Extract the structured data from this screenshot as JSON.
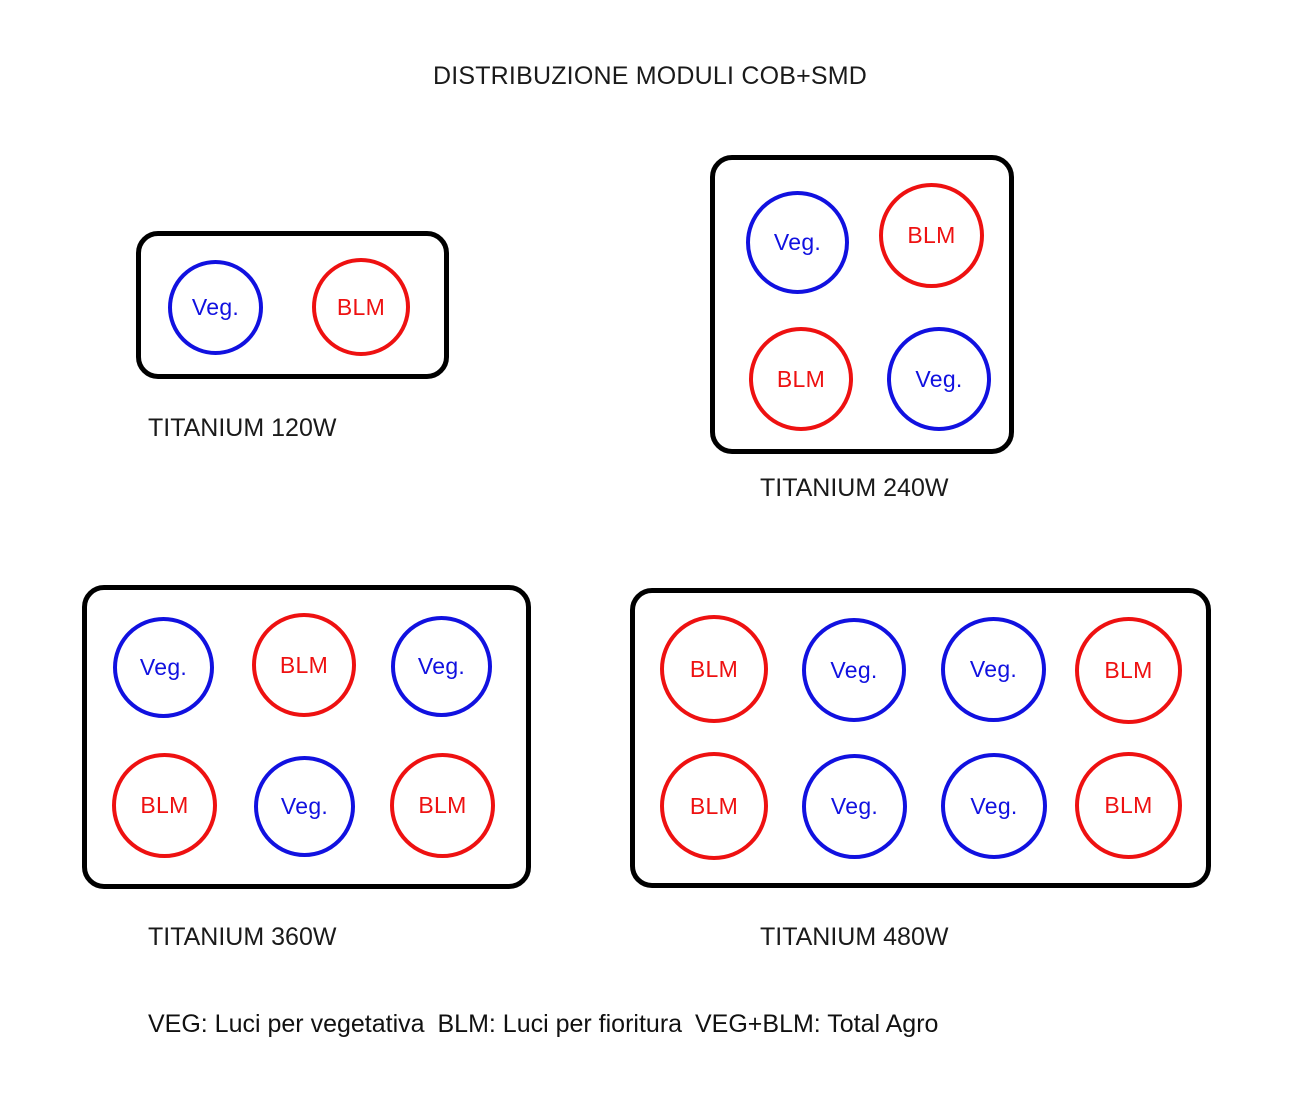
{
  "title": "DISTRIBUZIONE MODULI COB+SMD",
  "chart_data": {
    "type": "diagram",
    "title": "DISTRIBUZIONE MODULI COB+SMD",
    "module_types": [
      "Veg.",
      "BLM"
    ],
    "colors": {
      "veg": "#1111e0",
      "blm": "#ee1111",
      "panel_border": "#000000",
      "background": "#ffffff",
      "text": "#1a1a1a"
    },
    "panels": [
      {
        "label": "TITANIUM 120W",
        "rows": 1,
        "cols": 2,
        "modules": [
          "Veg.",
          "BLM"
        ],
        "counts": {
          "Veg.": 1,
          "BLM": 1,
          "total": 2
        }
      },
      {
        "label": "TITANIUM 240W",
        "rows": 2,
        "cols": 2,
        "modules": [
          "Veg.",
          "BLM",
          "BLM",
          "Veg."
        ],
        "counts": {
          "Veg.": 2,
          "BLM": 2,
          "total": 4
        }
      },
      {
        "label": "TITANIUM 360W",
        "rows": 2,
        "cols": 3,
        "modules": [
          "Veg.",
          "BLM",
          "Veg.",
          "BLM",
          "Veg.",
          "BLM"
        ],
        "counts": {
          "Veg.": 3,
          "BLM": 3,
          "total": 6
        }
      },
      {
        "label": "TITANIUM 480W",
        "rows": 2,
        "cols": 4,
        "modules": [
          "BLM",
          "Veg.",
          "Veg.",
          "BLM",
          "BLM",
          "Veg.",
          "Veg.",
          "BLM"
        ],
        "counts": {
          "Veg.": 4,
          "BLM": 4,
          "total": 8
        }
      }
    ]
  },
  "panels": [
    {
      "label": "TITANIUM 120W",
      "modules": [
        {
          "text": "Veg.",
          "kind": "veg"
        },
        {
          "text": "BLM",
          "kind": "blm"
        }
      ]
    },
    {
      "label": "TITANIUM 240W",
      "modules": [
        {
          "text": "Veg.",
          "kind": "veg"
        },
        {
          "text": "BLM",
          "kind": "blm"
        },
        {
          "text": "BLM",
          "kind": "blm"
        },
        {
          "text": "Veg.",
          "kind": "veg"
        }
      ]
    },
    {
      "label": "TITANIUM 360W",
      "modules": [
        {
          "text": "Veg.",
          "kind": "veg"
        },
        {
          "text": "BLM",
          "kind": "blm"
        },
        {
          "text": "Veg.",
          "kind": "veg"
        },
        {
          "text": "BLM",
          "kind": "blm"
        },
        {
          "text": "Veg.",
          "kind": "veg"
        },
        {
          "text": "BLM",
          "kind": "blm"
        }
      ]
    },
    {
      "label": "TITANIUM 480W",
      "modules": [
        {
          "text": "BLM",
          "kind": "blm"
        },
        {
          "text": "Veg.",
          "kind": "veg"
        },
        {
          "text": "Veg.",
          "kind": "veg"
        },
        {
          "text": "BLM",
          "kind": "blm"
        },
        {
          "text": "BLM",
          "kind": "blm"
        },
        {
          "text": "Veg.",
          "kind": "veg"
        },
        {
          "text": "Veg.",
          "kind": "veg"
        },
        {
          "text": "BLM",
          "kind": "blm"
        }
      ]
    }
  ],
  "legend": {
    "veg": "VEG:  Luci per vegetativa",
    "blm": "BLM: Luci per fioritura",
    "total": "VEG+BLM: Total Agro"
  }
}
